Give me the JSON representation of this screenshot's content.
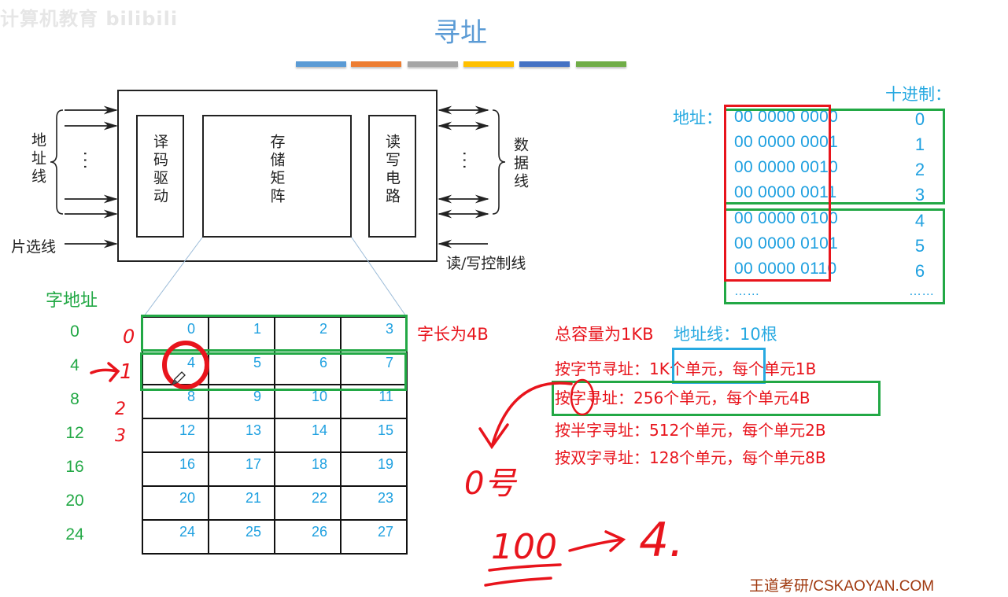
{
  "watermark": "计算机教育 bilibili",
  "slide": {
    "title": "寻址",
    "color_bars": [
      "#5b9bd5",
      "#ed7d31",
      "#a5a5a5",
      "#ffc000",
      "#4472c4",
      "#70ad47"
    ]
  },
  "chip_diagram": {
    "address_lines_label": "地址线",
    "chip_select_label": "片选线",
    "decoder_label": "译码驱动",
    "storage_matrix_label": "存储矩阵",
    "rw_circuit_label": "读写电路",
    "data_lines_label": "数据线",
    "rw_control_label": "读/写控制线",
    "ellipsis": "···"
  },
  "word_grid": {
    "title": "字地址",
    "word_addresses": [
      "0",
      "4",
      "8",
      "12",
      "16",
      "20",
      "24"
    ],
    "rows": [
      [
        "0",
        "1",
        "2",
        "3"
      ],
      [
        "4",
        "5",
        "6",
        "7"
      ],
      [
        "8",
        "9",
        "10",
        "11"
      ],
      [
        "12",
        "13",
        "14",
        "15"
      ],
      [
        "16",
        "17",
        "18",
        "19"
      ],
      [
        "20",
        "21",
        "22",
        "23"
      ],
      [
        "24",
        "25",
        "26",
        "27"
      ]
    ],
    "word_length_label": "字长为4B"
  },
  "address_table": {
    "address_label": "地址：",
    "decimal_label": "十进制：",
    "rows": [
      {
        "binary": "00 0000 0000",
        "decimal": "0"
      },
      {
        "binary": "00 0000 0001",
        "decimal": "1"
      },
      {
        "binary": "00 0000 0010",
        "decimal": "2"
      },
      {
        "binary": "00 0000 0011",
        "decimal": "3"
      },
      {
        "binary": "00 0000 0100",
        "decimal": "4"
      },
      {
        "binary": "00 0000 0101",
        "decimal": "5"
      },
      {
        "binary": "00 0000 0110",
        "decimal": "6"
      }
    ],
    "ellipsis_left": "……",
    "ellipsis_right": "……"
  },
  "addressing_modes": {
    "capacity": "总容量为1KB",
    "address_lines": "地址线：10根",
    "byte_prefix": "按字节寻址：",
    "byte_units": "1K个单元",
    "byte_rest": "，每个单元1B",
    "word": "按字寻址：256个单元，每个单元4B",
    "halfword": "按半字寻址：512个单元，每个单元2B",
    "doubleword": "按双字寻址：128个单元，每个单元8B"
  },
  "annotations": {
    "row_indices": [
      "0",
      "1",
      "2",
      "3"
    ],
    "unit_note": "0号",
    "calc_left": "100",
    "calc_right": "4."
  },
  "footer": {
    "brand": "王道考研/CSKAOYAN.COM"
  }
}
